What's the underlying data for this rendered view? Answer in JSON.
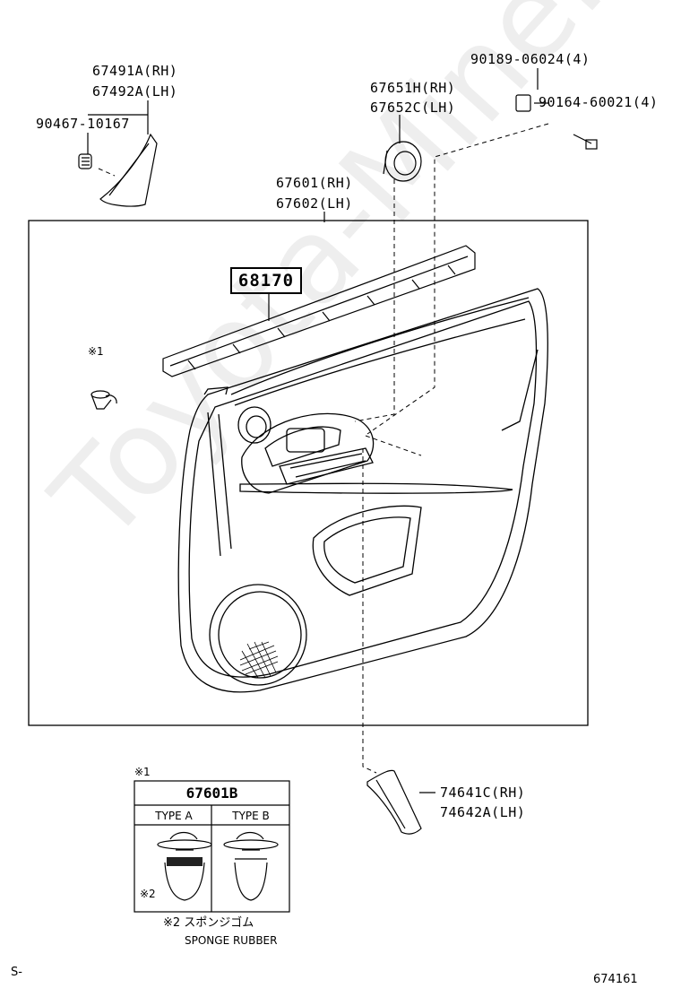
{
  "parts": {
    "garnish_rh": "67491A(RH)",
    "garnish_lh": "67492A(LH)",
    "garnish_screw": "90467-10167",
    "cover_rh": "67651H(RH)",
    "cover_lh": "67652C(LH)",
    "nut": "90189-06024(4)",
    "bolt": "90164-60021(4)",
    "board_rh": "67601(RH)",
    "board_lh": "67602(LH)",
    "weatherstrip": "68170",
    "clip_note_mark": "※1",
    "armrest_rh": "74641C(RH)",
    "armrest_lh": "74642A(LH)"
  },
  "clip_table": {
    "note_mark": "※1",
    "part_no": "67601B",
    "col_a": "TYPE A",
    "col_b": "TYPE B",
    "sponge_mark": "※2"
  },
  "footnote": {
    "jp": "※2 スポンジゴム",
    "en": "SPONGE RUBBER"
  },
  "corner_left": "S-",
  "corner_right": "674161",
  "watermark": "Toyota-Mine.ru"
}
